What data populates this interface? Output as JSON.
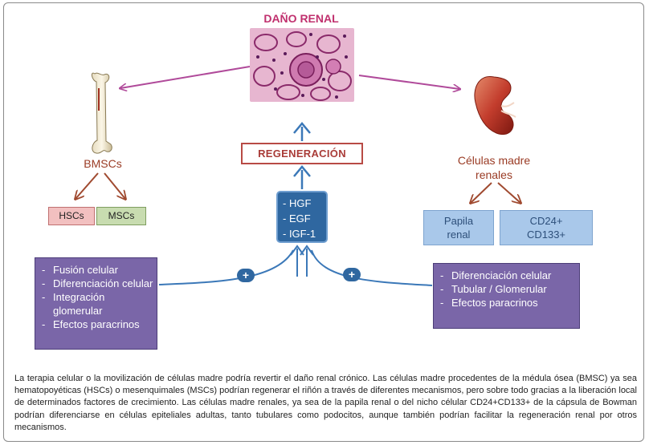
{
  "title": "DAÑO RENAL",
  "regeneration_label": "REGENERACIÓN",
  "growth_factors": [
    "- HGF",
    "- EGF",
    "- IGF-1"
  ],
  "left": {
    "label": "BMSCs",
    "subtypes": [
      "HSCs",
      "MSCs"
    ],
    "mechanisms": [
      "Fusión celular",
      "Diferenciación celular",
      "Integración glomerular",
      "Efectos paracrinos"
    ]
  },
  "right": {
    "label_line1": "Células madre",
    "label_line2": "renales",
    "subtypes": [
      {
        "line1": "Papila",
        "line2": "renal"
      },
      {
        "line1": "CD24+",
        "line2": "CD133+"
      }
    ],
    "mechanisms": [
      "Diferenciación celular",
      "Tubular / Glomerular",
      "Efectos paracrinos"
    ]
  },
  "plus_symbol": "+",
  "caption": "La terapia celular o la movilización de células madre podría revertir el daño renal crónico. Las células madre procedentes de la médula ósea (BMSC) ya sea hematopoyéticas (HSCs) o mesenquimales (MSCs) podrían regenerar el riñón a través de diferentes mecanismos, pero sobre todo gracias a la liberación local de determinados factores de crecimiento. Las células madre renales, ya sea de la papila renal o del nicho célular CD24+CD133+ de la cápsula de Bowman podrían diferenciarse en células epiteliales adultas, tanto tubulares como podocitos, aunque también podrían facilitar la regeneración renal por otros mecanismos.",
  "colors": {
    "title": "#c0306e",
    "arrow_purple": "#b04a9a",
    "arrow_brown": "#a04a30",
    "arrow_blue": "#3b78b8",
    "mechanism_box": "#7a66a8",
    "factors_box": "#2f67a0",
    "renal_box": "#a9c8ea",
    "hscs_box": "#f2c0c0",
    "mscs_box": "#c8dcb0"
  },
  "icons": [
    "histology-image",
    "bone-icon",
    "kidney-icon"
  ]
}
